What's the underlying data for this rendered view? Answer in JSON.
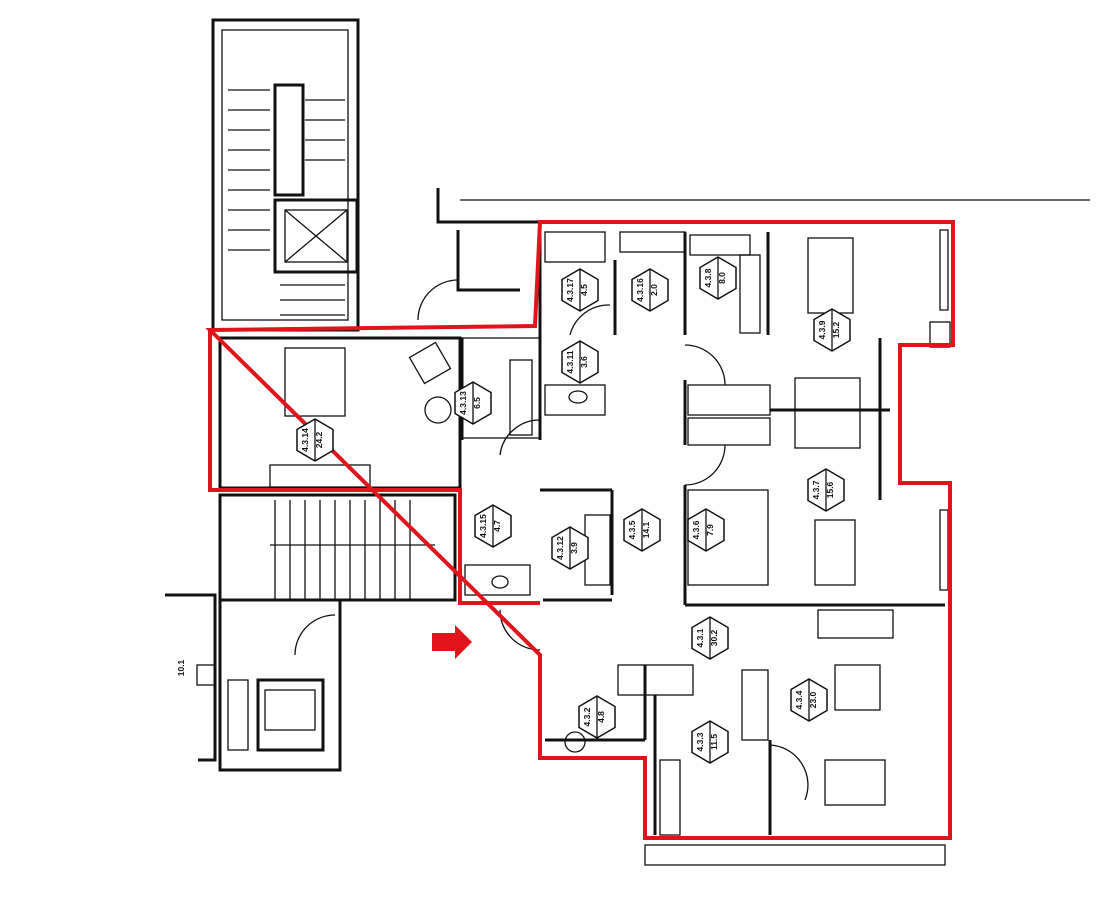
{
  "plan": {
    "outline_color": "#e0141b",
    "entrance_arrow_color": "#e0141b",
    "side_label": "10.1",
    "rooms": [
      {
        "id": "4.3.17",
        "area": "4.5"
      },
      {
        "id": "4.3.16",
        "area": "2.0"
      },
      {
        "id": "4.3.8",
        "area": "8.0"
      },
      {
        "id": "4.3.9",
        "area": "15.2"
      },
      {
        "id": "4.3.11",
        "area": "3.6"
      },
      {
        "id": "4.3.13",
        "area": "6.5"
      },
      {
        "id": "4.3.14",
        "area": "24.2"
      },
      {
        "id": "4.3.15",
        "area": "4.7"
      },
      {
        "id": "4.3.12",
        "area": "3.9"
      },
      {
        "id": "4.3.5",
        "area": "14.1"
      },
      {
        "id": "4.3.6",
        "area": "7.9"
      },
      {
        "id": "4.3.7",
        "area": "15.6"
      },
      {
        "id": "4.3.1",
        "area": "30.2"
      },
      {
        "id": "4.3.2",
        "area": "4.8"
      },
      {
        "id": "4.3.3",
        "area": "11.5"
      },
      {
        "id": "4.3.4",
        "area": "23.0"
      }
    ]
  }
}
